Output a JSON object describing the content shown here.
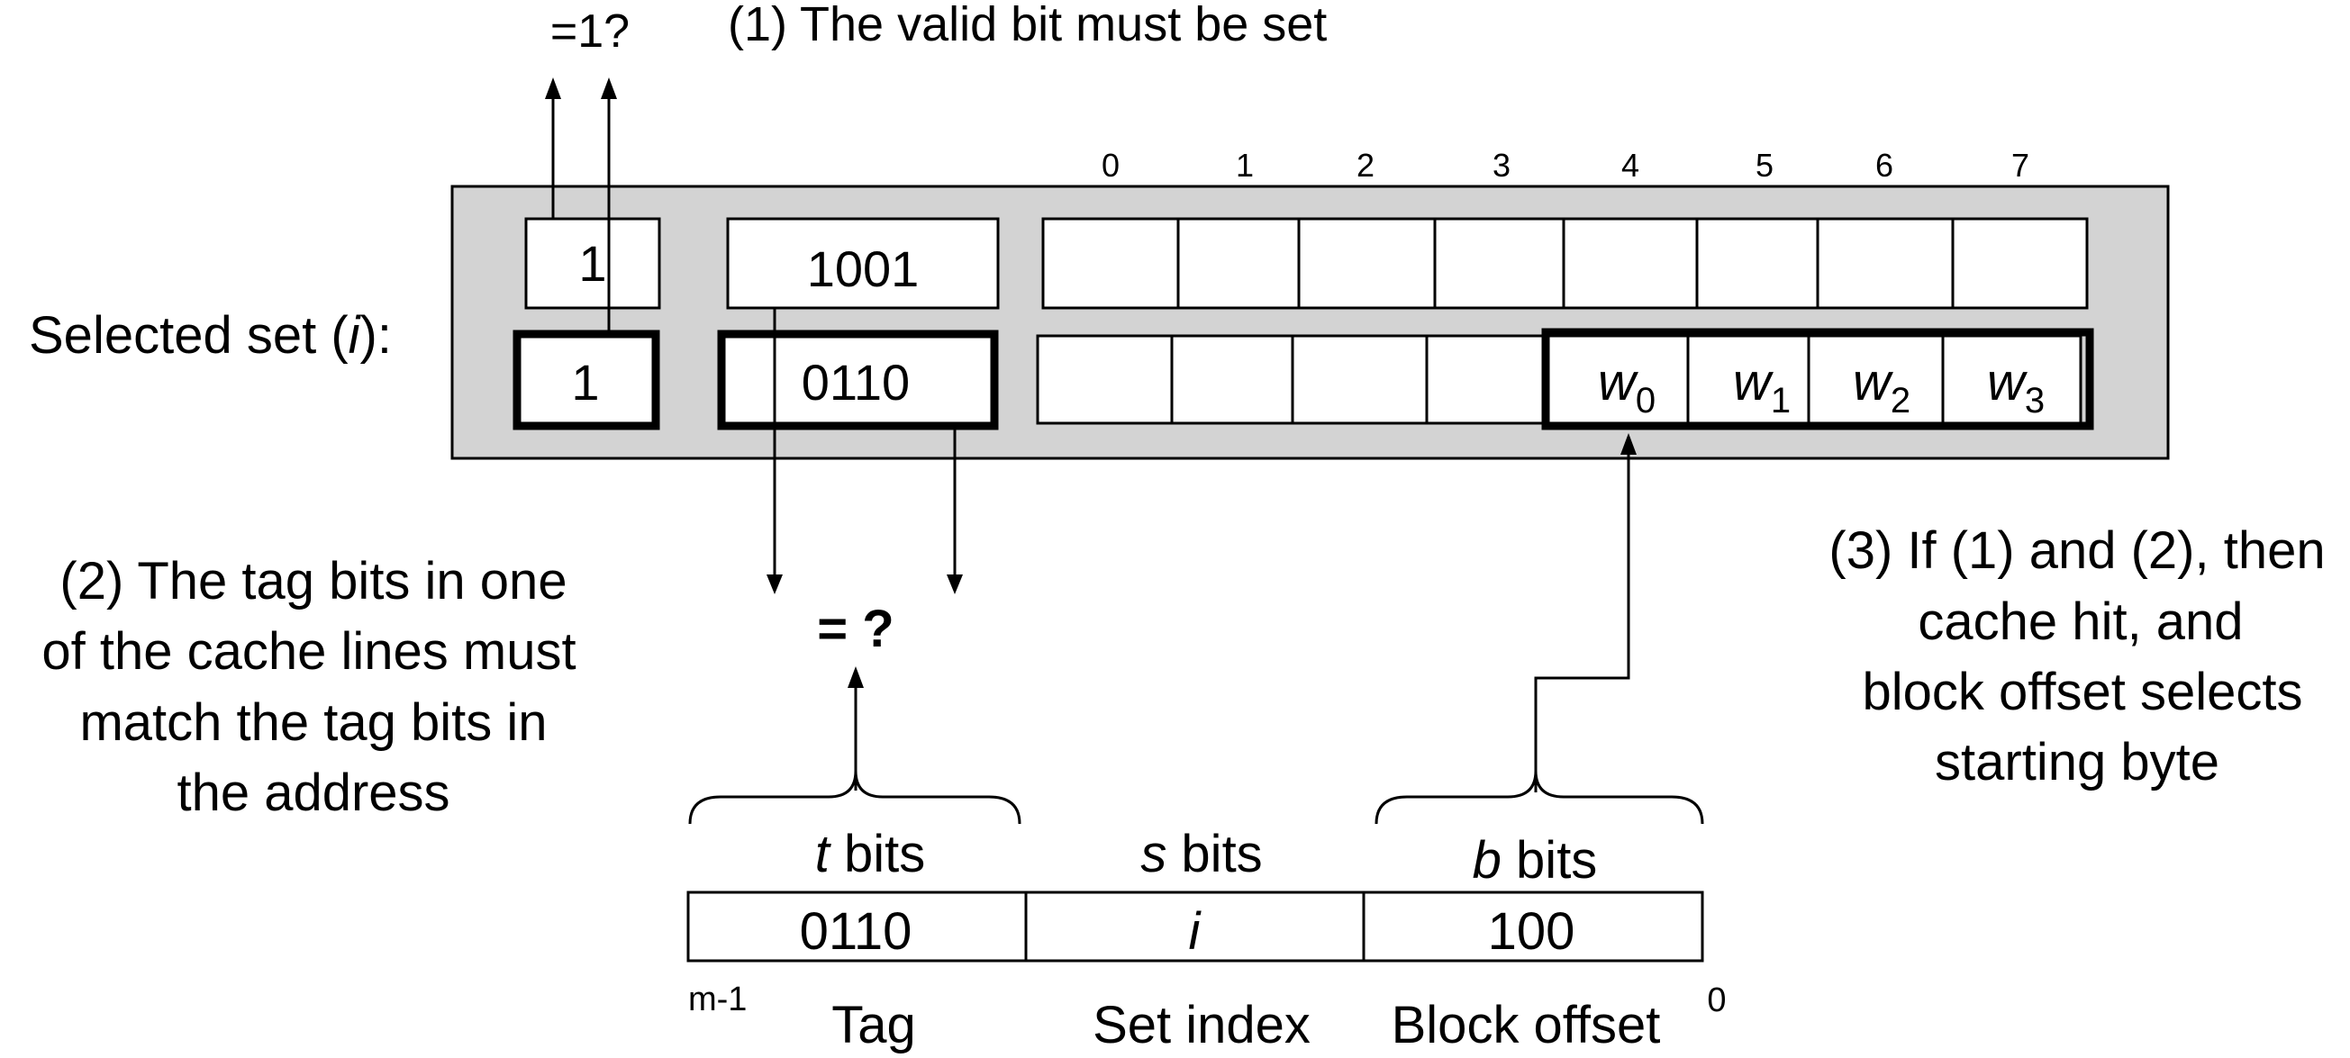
{
  "top_check": {
    "text": "=1?"
  },
  "annotation_1": {
    "text": "(1) The valid bit must be set"
  },
  "column_indices": [
    "0",
    "1",
    "2",
    "3",
    "4",
    "5",
    "6",
    "7"
  ],
  "selected_set_label": {
    "pre": "Selected set (",
    "var": "i",
    "post": "):"
  },
  "line_a": {
    "valid": "1",
    "tag": "1001"
  },
  "line_b": {
    "valid": "1",
    "tag": "0110"
  },
  "words": [
    {
      "base": "w",
      "sub": "0"
    },
    {
      "base": "w",
      "sub": "1"
    },
    {
      "base": "w",
      "sub": "2"
    },
    {
      "base": "w",
      "sub": "3"
    }
  ],
  "compare": {
    "text": "= ?"
  },
  "annotation_2": {
    "lines": [
      "(2) The tag bits in one",
      "of the cache lines must",
      "match the tag bits in",
      "the address"
    ]
  },
  "annotation_3": {
    "lines": [
      "(3) If (1) and (2), then",
      "cache hit, and",
      "block  offset selects",
      "starting byte"
    ]
  },
  "address": {
    "fields": [
      {
        "var": "t",
        "unit": " bits",
        "value": "0110",
        "value_italic": false,
        "name": "Tag"
      },
      {
        "var": "s",
        "unit": " bits",
        "value": "i",
        "value_italic": true,
        "name": "Set index"
      },
      {
        "var": "b",
        "unit": " bits",
        "value": "100",
        "value_italic": false,
        "name": "Block offset"
      }
    ],
    "msb_label": "m-1",
    "lsb_label": "0"
  },
  "colors": {
    "set_background": "#d3d3d3",
    "stroke": "#000000",
    "cell_fill": "#ffffff"
  }
}
